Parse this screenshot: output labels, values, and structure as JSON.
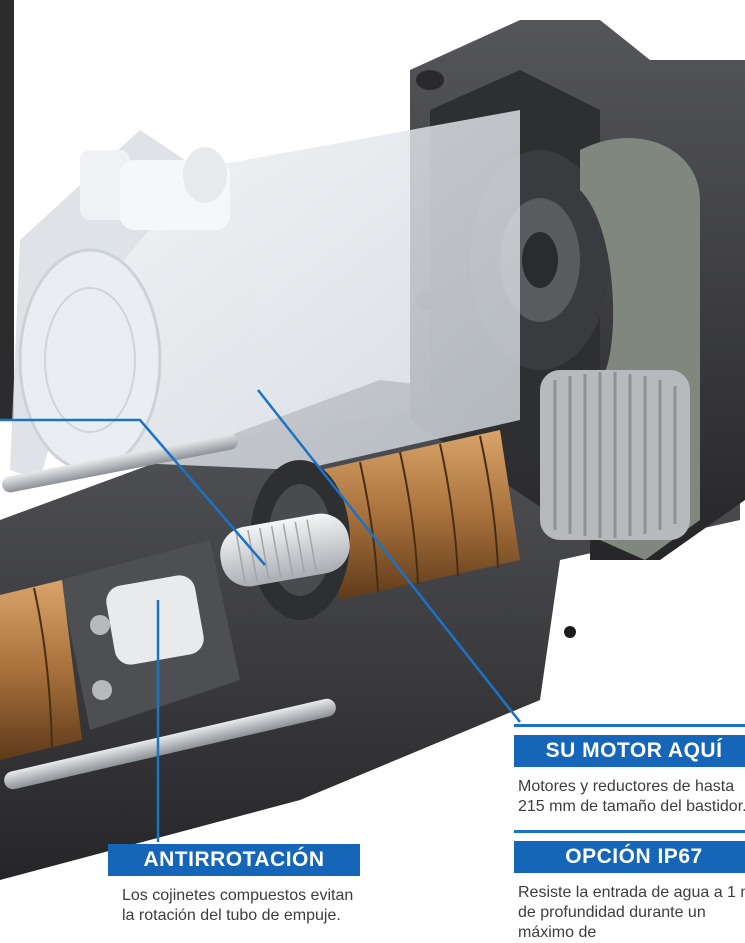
{
  "callouts": {
    "motor": {
      "title": "SU MOTOR AQUÍ",
      "body": "Motores y reductores de hasta 215 mm de tamaño del bastidor."
    },
    "ip67": {
      "title": "OPCIÓN IP67",
      "body": "Resiste la entrada de agua a 1 m de profundidad durante un máximo de"
    },
    "antirotation": {
      "title": "ANTIRROTACIÓN INTERNA",
      "body": "Los cojinetes compuestos evitan la rotación del tubo de empuje."
    }
  },
  "colors": {
    "accent": "#1565b8",
    "leader_line": "#1a73c7",
    "housing": "#3a3a3c",
    "bronze": "#a8713c",
    "motor": "#e4e8ec"
  },
  "icons": {
    "illustration": "actuator-cutaway-illustration"
  }
}
